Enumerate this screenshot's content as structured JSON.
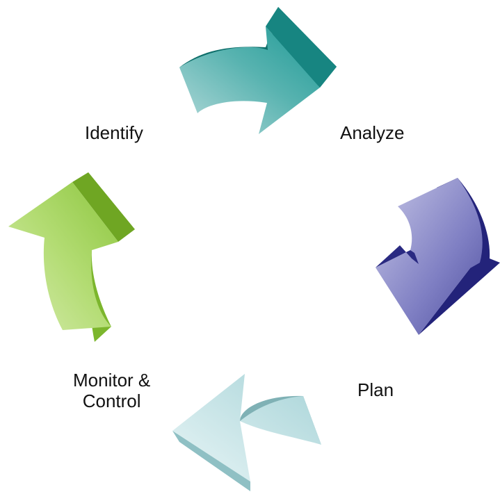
{
  "cycle": {
    "steps": [
      {
        "label": "Identify",
        "color": "#8dc63f"
      },
      {
        "label": "Analyze",
        "color": "#1f9a96"
      },
      {
        "label": "Plan",
        "color": "#5656a8"
      },
      {
        "label": "Monitor &",
        "label_line2": "Control",
        "color": "#b9dde1"
      }
    ]
  },
  "colors": {
    "background": "#ffffff",
    "text": "#111111"
  }
}
